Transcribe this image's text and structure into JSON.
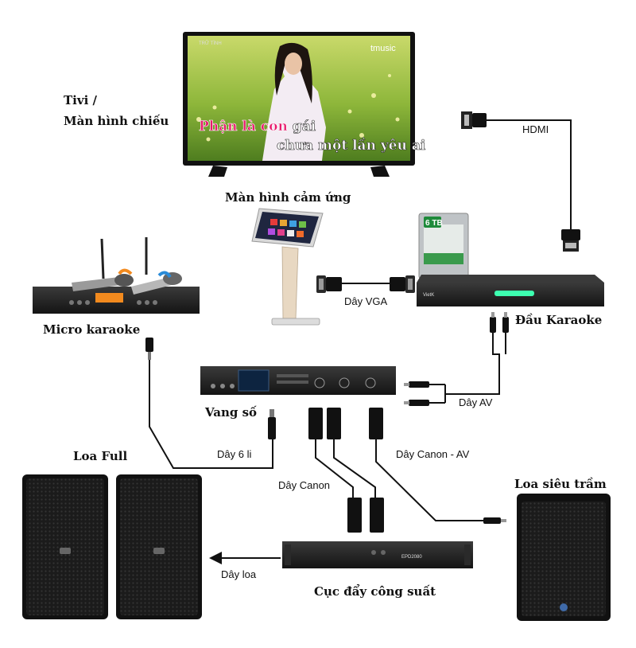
{
  "labels": {
    "tv_line1": "Tivi /",
    "tv_line2": "Màn hình chiếu",
    "touch_screen": "Màn hình cảm ứng",
    "hdmi": "HDMI",
    "vga": "Dây VGA",
    "micro": "Micro karaoke",
    "karaoke_player": "Đầu Karaoke",
    "mixer": "Vang số",
    "av": "Dây AV",
    "cable_6li": "Dây 6 li",
    "canon_av": "Dây Canon - AV",
    "canon": "Dây Canon",
    "loa_full": "Loa Full",
    "subwoofer": "Loa siêu trầm",
    "speaker_cable": "Dây loa",
    "amplifier": "Cục đẩy công suất"
  },
  "tv_screen": {
    "brand": "tmusic",
    "lyric_part1": "Phận là con",
    "lyric_part2": " gái",
    "lyric_line2": "chưa một lần yêu ai"
  },
  "devices": {
    "hdd_capacity": "6 TB",
    "amp_model": "EPD2080",
    "player_brand": "VietK"
  },
  "colors": {
    "cable": "#111111",
    "karaoke_text": "#e8186b",
    "player_led": "#3dffb0",
    "mic_orange": "#f28a1e",
    "mic_blue": "#2a8bd8"
  }
}
